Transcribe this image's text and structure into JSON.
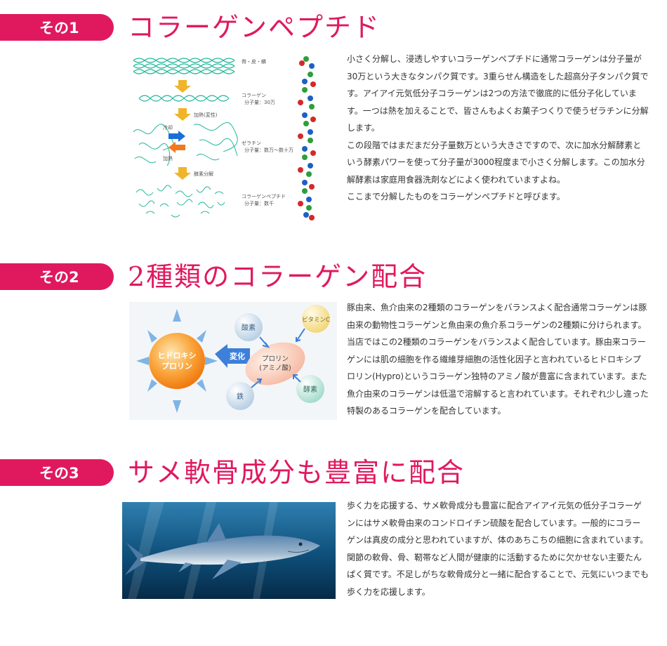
{
  "sections": [
    {
      "badge": "その1",
      "title": "コラーゲンペプチド",
      "paragraphs": [
        "小さく分解し、浸透しやすいコラーゲンペプチドに通常コラーゲンは分子量が30万という大きなタンパク質です。3重らせん構造をした超高分子タンパク質です。アイアイ元気低分子コラーゲンは2つの方法で徹底的に低分子化しています。一つは熱を加えることで、皆さんもよくお菓子つくりで使うゼラチンに分解します。",
        "この段階ではまだまだ分子量数万という大きさですので、次に加水分解酵素という酵素パワーを使って分子量が3000程度まで小さく分解します。この加水分解酵素は家庭用食器洗剤などによく使われていますよね。",
        "ここまで分解したものをコラーゲンペプチドと呼びます。"
      ],
      "figure": {
        "labels": {
          "skin": "骨・皮・鱗",
          "collagen": "コラーゲン",
          "collagen_mw": "分子量：30万",
          "heat": "加熱(変性)",
          "cool": "冷却",
          "heating": "加熱",
          "gelatin": "ゼラチン",
          "gelatin_mw": "分子量：数万〜数十万",
          "enzyme": "酵素分解",
          "peptide": "コラーゲンペプチド",
          "peptide_mw": "分子量：数千"
        }
      }
    },
    {
      "badge": "その2",
      "title": "2種類のコラーゲン配合",
      "paragraphs": [
        "豚由来、魚介由来の2種類のコラーゲンをバランスよく配合通常コラーゲンは豚由来の動物性コラーゲンと魚由来の魚介系コラーゲンの2種類に分けられます。当店ではこの2種類のコラーゲンをバランスよく配合しています。豚由来コラーゲンには肌の細胞を作る繊維芽細胞の活性化因子と言われているヒドロキシプロリン(Hypro)というコラーゲン独特のアミノ酸が豊富に含まれています。また魚介由来のコラーゲンは低温で溶解すると言われています。それぞれ少し違った特製のあるコラーゲンを配合しています。"
      ],
      "figure": {
        "sun_line1": "ヒドロキシ",
        "sun_line2": "プロリン",
        "change": "変化",
        "proline_line1": "プロリン",
        "proline_line2": "(アミノ酸)",
        "oxygen": "酸素",
        "vitamin": "ビタミンC",
        "iron": "鉄",
        "enzyme": "酵素"
      }
    },
    {
      "badge": "その3",
      "title": "サメ軟骨成分も豊富に配合",
      "paragraphs": [
        "歩く力を応援する、サメ軟骨成分も豊富に配合アイアイ元気の低分子コラーゲンにはサメ軟骨由来のコンドロイチン硫酸を配合しています。一般的にコラーゲンは真皮の成分と思われていますが、体のあちこちの細胞に含まれています。関節の軟骨、骨、靭帯など人間が健康的に活動するために欠かせない主要たんぱく質です。不足しがちな軟骨成分と一緒に配合することで、元気にいつまでも歩く力を応援します。"
      ]
    }
  ],
  "colors": {
    "accent": "#e0195f",
    "teal": "#1fb79a",
    "arrow": "#f0b429",
    "sun": "#f7941d",
    "blue_bubble": "#7fb4e6",
    "ocean": "#0e4f7a"
  }
}
